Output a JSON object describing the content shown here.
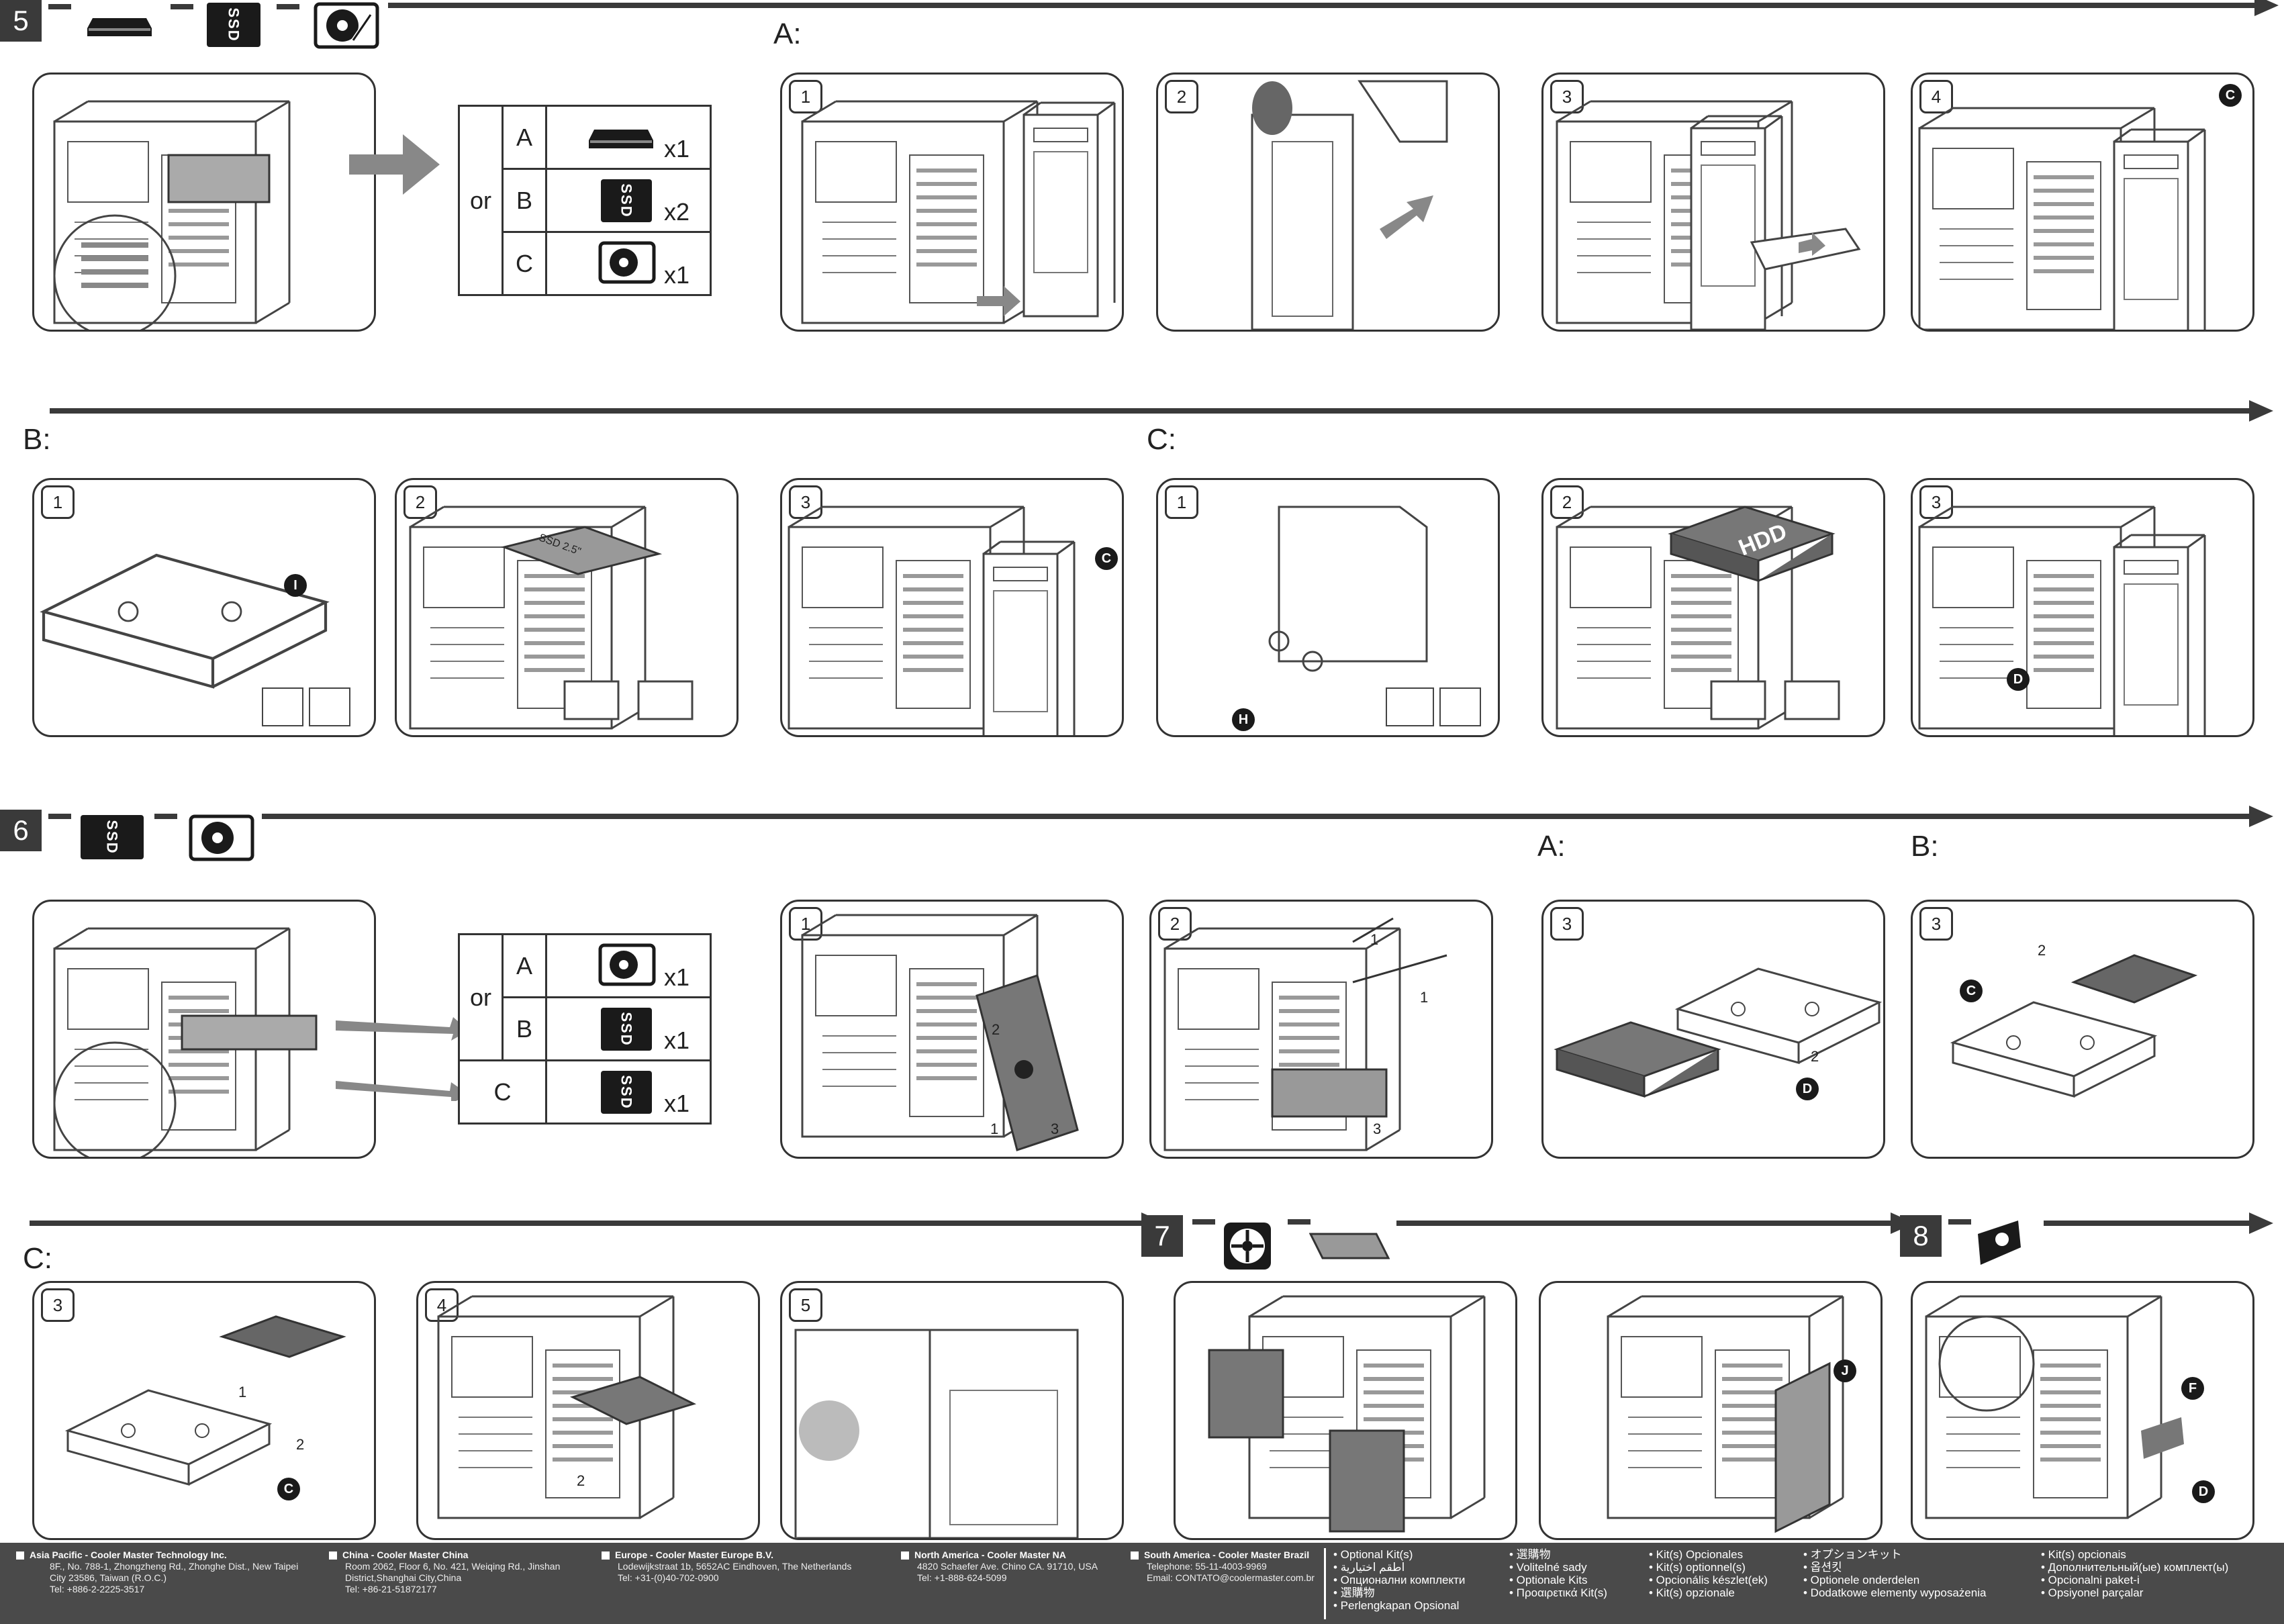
{
  "steps": {
    "s5": {
      "num": "5"
    },
    "s6": {
      "num": "6"
    },
    "s7": {
      "num": "7"
    },
    "s8": {
      "num": "8"
    }
  },
  "section_labels": {
    "a_top": "A:",
    "b_row2": "B:",
    "c_row2": "C:",
    "a_row3": "A:",
    "b_row3": "B:",
    "c_row4": "C:"
  },
  "icons": {
    "ssd_text": "SSD",
    "hdd_text": "HDD",
    "ssd_panel_text": "SSD 2.5\""
  },
  "step5_options": {
    "or": "or",
    "rows": [
      {
        "letter": "A",
        "icon": "odd-drive-icon",
        "qty": "x1"
      },
      {
        "letter": "B",
        "icon": "ssd-icon",
        "qty": "x2"
      },
      {
        "letter": "C",
        "icon": "hdd-icon",
        "qty": "x1"
      }
    ]
  },
  "step6_options": {
    "or": "or",
    "rows": [
      {
        "letter": "A",
        "icon": "hdd-icon",
        "qty": "x1"
      },
      {
        "letter": "B",
        "icon": "ssd-icon",
        "qty": "x1"
      },
      {
        "letter": "C",
        "icon": "ssd-icon",
        "qty": "x1"
      }
    ]
  },
  "panel_numbers": {
    "r1": [
      "1",
      "2",
      "3",
      "4"
    ],
    "r2": [
      "1",
      "2",
      "3",
      "1",
      "2",
      "3"
    ],
    "r3": [
      "1",
      "2",
      "3",
      "3"
    ],
    "r4": [
      "3",
      "4",
      "5"
    ]
  },
  "callouts": {
    "c": "C",
    "i": "I",
    "h": "H",
    "d": "D",
    "j": "J",
    "f": "F"
  },
  "step_markers": {
    "one": "1",
    "two": "2",
    "three": "3"
  },
  "footer": {
    "offices": [
      {
        "name": "Asia Pacific - Cooler Master Technology Inc.",
        "lines": [
          "8F., No. 788-1, Zhongzheng Rd., Zhonghe Dist., New Taipei",
          "City 23586, Taiwan (R.O.C.)",
          "Tel: +886-2-2225-3517"
        ]
      },
      {
        "name": "China - Cooler Master China",
        "lines": [
          "Room 2062, Floor 6, No. 421, Weiqing Rd., Jinshan",
          "District,Shanghai City,China",
          "Tel: +86-21-51872177"
        ]
      },
      {
        "name": "Europe - Cooler Master Europe B.V.",
        "lines": [
          "Lodewijkstraat 1b, 5652AC Eindhoven, The Netherlands",
          "Tel: +31-(0)40-702-0900"
        ]
      },
      {
        "name": "North America - Cooler Master NA",
        "lines": [
          "4820 Schaefer Ave. Chino CA. 91710, USA",
          "Tel: +1-888-624-5099"
        ]
      },
      {
        "name": "South America - Cooler Master Brazil",
        "lines": [
          "Telephone: 55-11-4003-9969",
          "Email: CONTATO@coolermaster.com.br"
        ]
      }
    ],
    "kits": [
      [
        "• Optional Kit(s)",
        "• اطقم اختيارية",
        "• Опционални комплекти",
        "• 選購物",
        "• Perlengkapan Opsional"
      ],
      [
        "• 選購物",
        "• Volitelné sady",
        "• Optionale Kits",
        "• Προαιρετικά Kit(s)"
      ],
      [
        "• Kit(s) Opcionales",
        "• Kit(s) optionnel(s)",
        "• Opcionális készlet(ek)",
        "• Kit(s) opzionale"
      ],
      [
        "• オプションキット",
        "• 옵션킷",
        "• Optionele onderdelen",
        "• Dodatkowe elementy wyposażenia"
      ],
      [
        "• Kit(s) opcionais",
        "• Дополнительный(ые) комплект(ы)",
        "• Opcionalni paket-i",
        "• Opsiyonel parçalar"
      ]
    ]
  }
}
